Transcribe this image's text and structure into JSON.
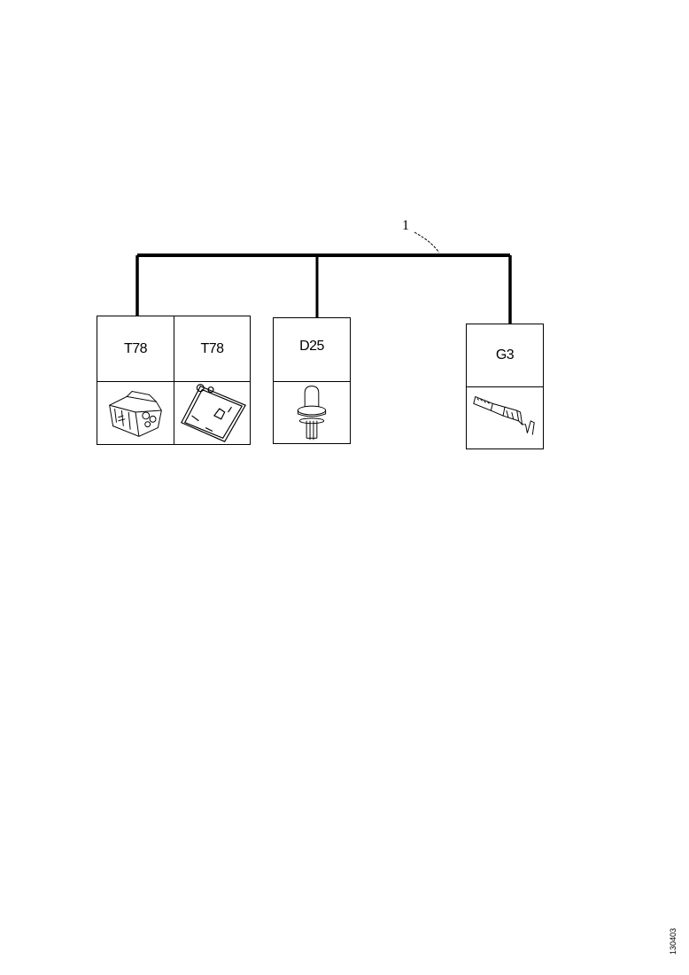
{
  "callout": {
    "number": "1"
  },
  "components": [
    {
      "code": "T78",
      "icon": "connector-housing-icon"
    },
    {
      "code": "T78",
      "icon": "connector-plate-icon"
    },
    {
      "code": "D25",
      "icon": "bulb-socket-icon"
    },
    {
      "code": "G3",
      "icon": "terminal-pin-icon"
    }
  ],
  "reference_code": "130403"
}
